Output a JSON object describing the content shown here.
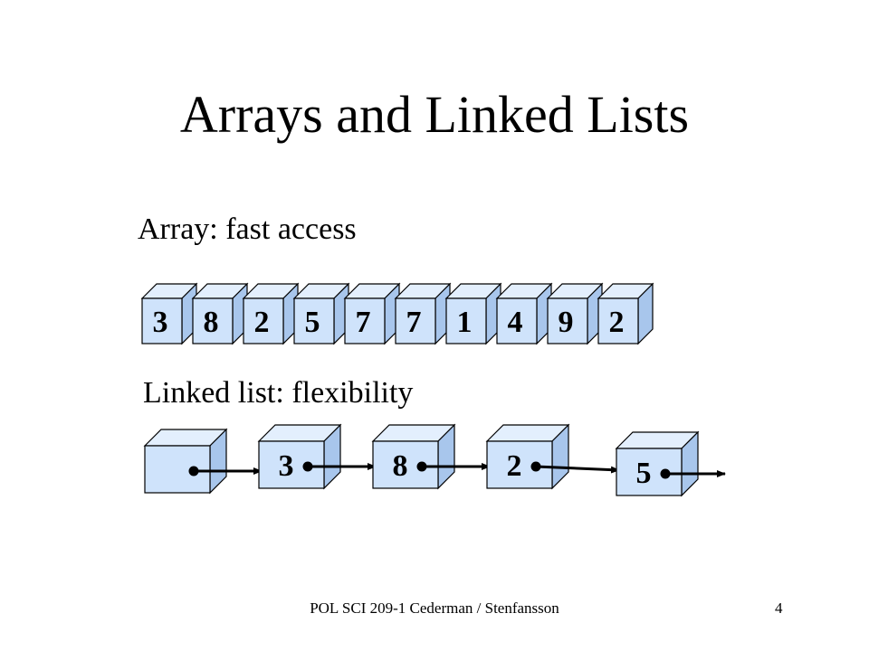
{
  "slide": {
    "title": "Arrays and Linked Lists",
    "footer": "POL SCI 209-1 Cederman / Stenfansson",
    "page_number": "4"
  },
  "array": {
    "label": "Array: fast access",
    "values": [
      "3",
      "8",
      "2",
      "5",
      "7",
      "7",
      "1",
      "4",
      "9",
      "2"
    ]
  },
  "linked_list": {
    "label": "Linked list: flexibility",
    "nodes": [
      "",
      "3",
      "8",
      "2",
      "5"
    ]
  },
  "colors": {
    "box_front": "#cfe3fb",
    "box_top": "#e3effd",
    "box_side": "#a8c6ec",
    "stroke": "#000000"
  }
}
